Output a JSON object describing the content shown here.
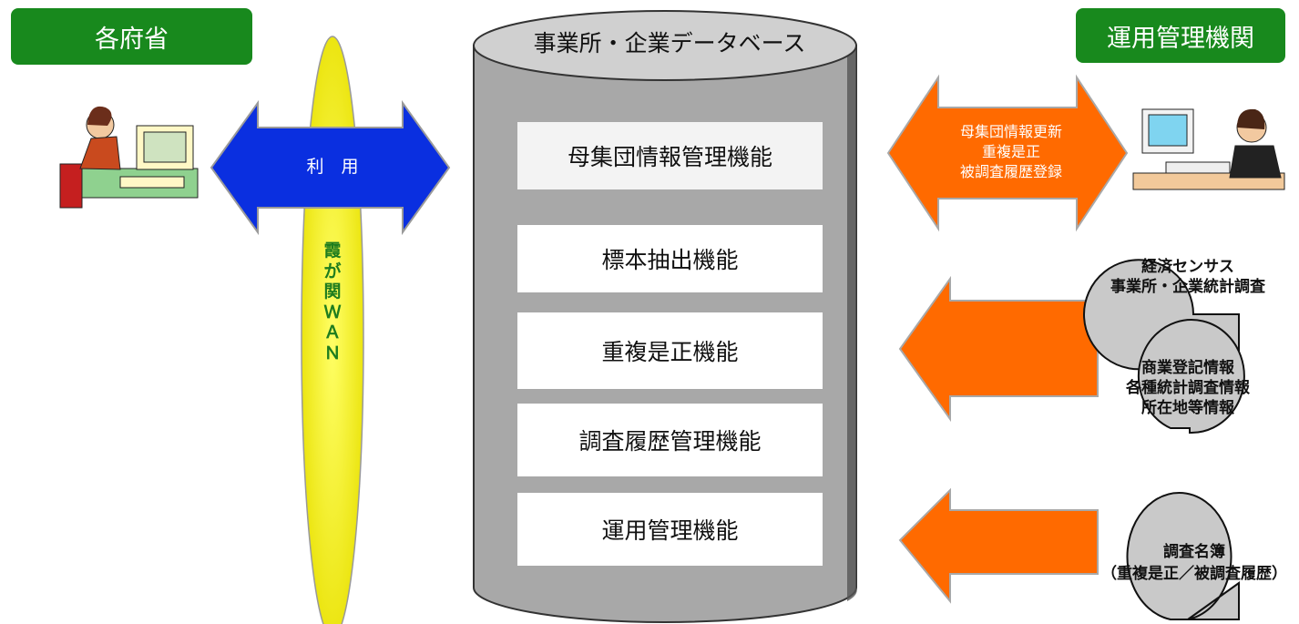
{
  "labels": {
    "left_org": "各府省",
    "right_org": "運用管理機関"
  },
  "database": {
    "title": "事業所・企業データベース",
    "functions": [
      {
        "label": "母集団情報管理機能",
        "highlight": true
      },
      {
        "label": "標本抽出機能",
        "highlight": false
      },
      {
        "label": "重複是正機能",
        "highlight": false
      },
      {
        "label": "調査履歴管理機能",
        "highlight": false
      },
      {
        "label": "運用管理機能",
        "highlight": false
      }
    ]
  },
  "left_arrow": {
    "label": "利　用"
  },
  "wan": {
    "label_chars": [
      "霞",
      "が",
      "関",
      "Ｗ",
      "Ａ",
      "Ｎ"
    ]
  },
  "right_arrow": {
    "lines": [
      "母集団情報更新",
      "重複是正",
      "被調査履歴登録"
    ]
  },
  "sources": [
    {
      "lines": [
        "経済センサス",
        "事業所・企業統計調査"
      ]
    },
    {
      "lines": [
        "商業登記情報",
        "各種統計調査情報",
        "所在地等情報"
      ]
    },
    {
      "lines": [
        "調査名簿",
        "（重複是正／被調査履歴）"
      ]
    }
  ],
  "colors": {
    "green": "#18891d",
    "blue_arrow": "#0a2fe0",
    "orange_arrow": "#ff6a00",
    "wan_yellow": "#f5f000",
    "wan_text": "#1e7d1e",
    "cylinder": "#a7a7a7",
    "doc_gray": "#c9c9c9"
  }
}
